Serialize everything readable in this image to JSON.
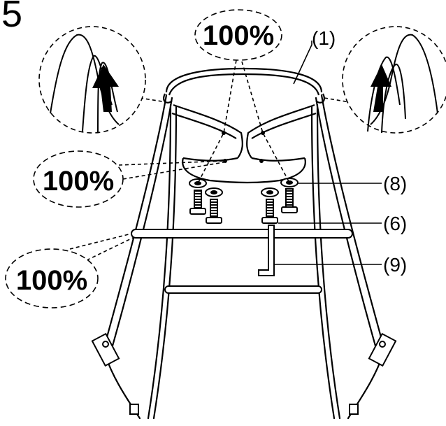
{
  "step_number": "5",
  "tighten_labels": {
    "top_center": "100%",
    "left_upper": "100%",
    "left_lower": "100%"
  },
  "part_labels": {
    "seat": "(1)",
    "washer": "(8)",
    "bolt": "(6)",
    "allen_key": "(9)"
  },
  "colors": {
    "line": "#000000",
    "background": "#ffffff",
    "arrow": "#000000"
  },
  "icons": [
    "up-arrow-icon",
    "up-arrow-icon"
  ]
}
